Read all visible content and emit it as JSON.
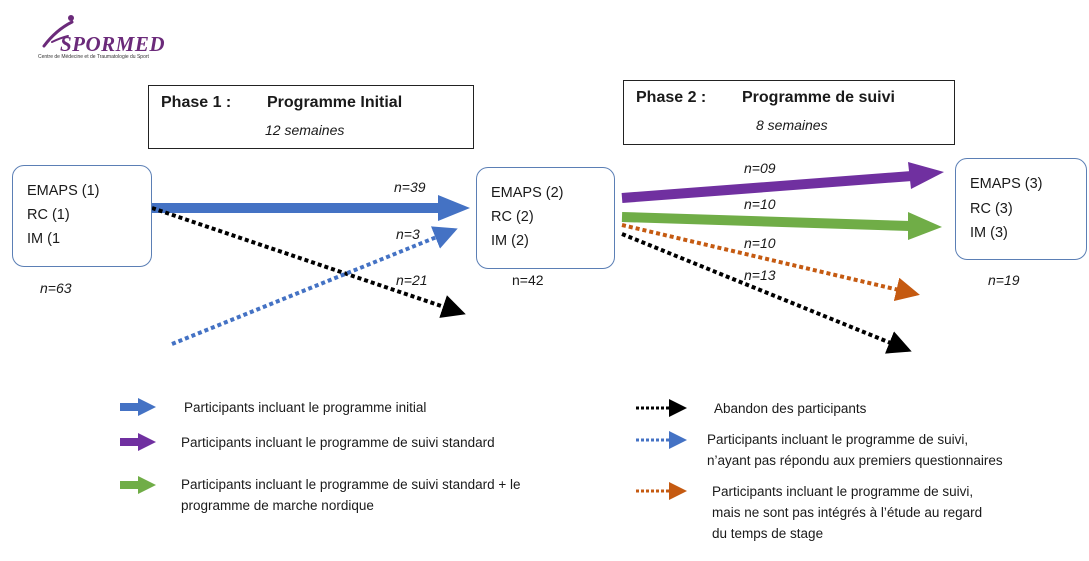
{
  "logo": {
    "name": "SPORMED",
    "subtitle": "Centre de Médecine et de Traumatologie du Sport"
  },
  "phase1": {
    "label": "Phase 1 :",
    "title": "Programme Initial",
    "duration": "12 semaines"
  },
  "phase2": {
    "label": "Phase 2 :",
    "title": "Programme de suivi",
    "duration": "8 semaines"
  },
  "nodes": [
    {
      "lines": [
        "EMAPS (1)",
        "RC (1)",
        "IM (1"
      ],
      "count": "n=63"
    },
    {
      "lines": [
        "EMAPS (2)",
        "RC (2)",
        "IM (2)"
      ],
      "count": "n=42"
    },
    {
      "lines": [
        "EMAPS (3)",
        "RC (3)",
        "IM (3)"
      ],
      "count": "n=19"
    }
  ],
  "flows": {
    "initial": "n=39",
    "late_join": "n=3",
    "dropout_phase1": "n=21",
    "standard_followup": "n=09",
    "nordic_walking": "n=10",
    "excluded": "n=10",
    "dropout_phase2": "n=13"
  },
  "colors": {
    "blue": "#4472c4",
    "purple": "#7030a0",
    "green": "#70ad47",
    "black": "#000000",
    "orange": "#c55a11",
    "node_border": "#5b7fb5"
  },
  "legend": {
    "initial": "Participants incluant le programme initial",
    "standard": "Participants incluant le programme de suivi standard",
    "nordic_line1": "Participants incluant le programme de suivi standard + le",
    "nordic_line2": "programme de marche nordique",
    "dropout": "Abandon des participants",
    "no_answer_line1": "Participants incluant le programme de suivi,",
    "no_answer_line2": "n’ayant pas répondu aux premiers questionnaires",
    "excluded_line1": "Participants incluant le programme de suivi,",
    "excluded_line2": "mais ne sont pas intégrés à l’étude au regard",
    "excluded_line3": "du temps de stage"
  }
}
